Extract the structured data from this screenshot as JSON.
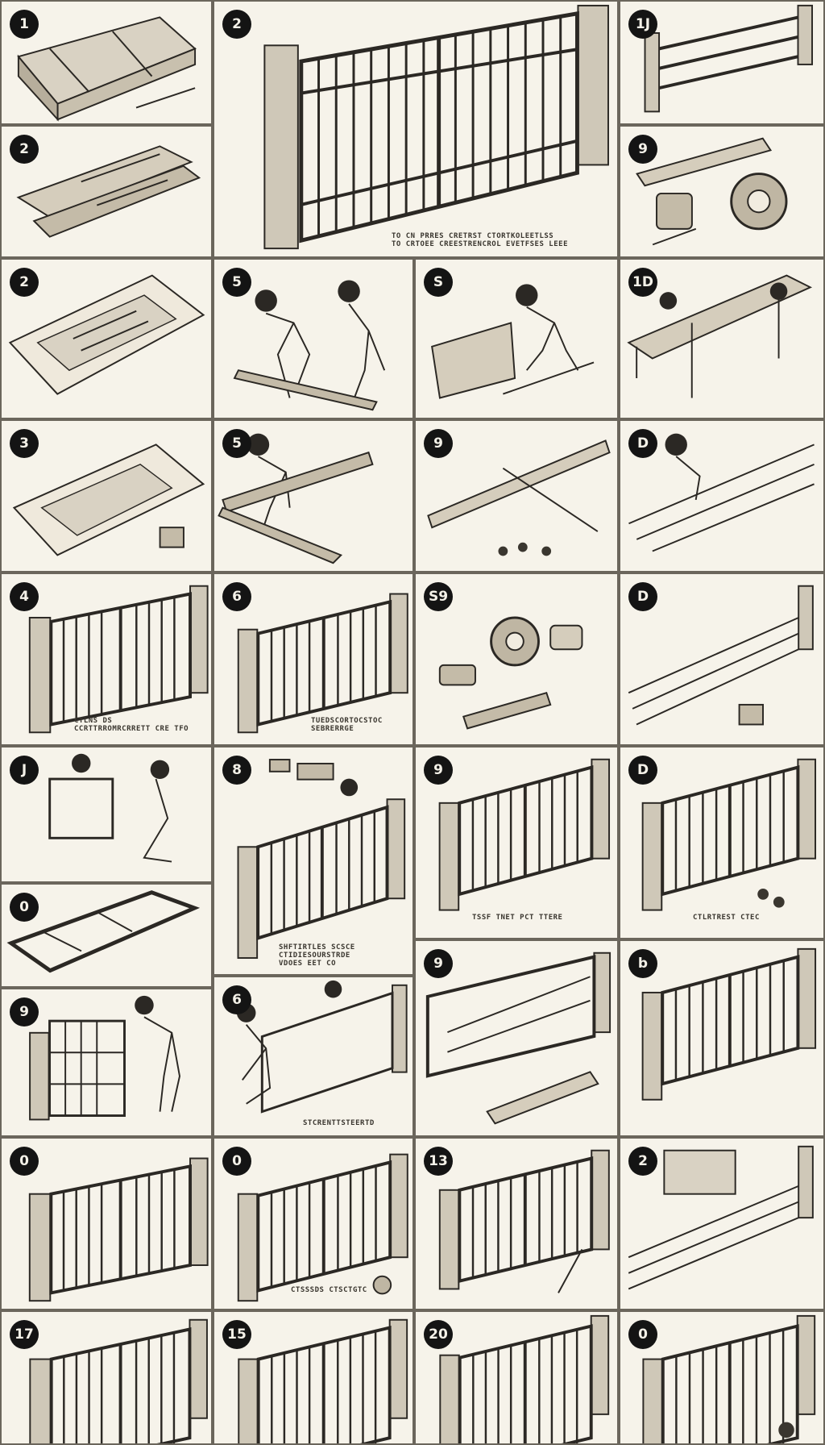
{
  "panels": [
    {
      "badge": "1",
      "caption": ""
    },
    {
      "badge": "2",
      "caption": "TO CN PRRES CRETRST CTORTKOLEETLSS\nTO CRTOEE CREESTRENCROL EVETFSES LEEE"
    },
    {
      "badge": "1J",
      "caption": ""
    },
    {
      "badge": "2",
      "caption": ""
    },
    {
      "badge": "9",
      "caption": ""
    },
    {
      "badge": "2",
      "caption": ""
    },
    {
      "badge": "5",
      "caption": ""
    },
    {
      "badge": "S",
      "caption": ""
    },
    {
      "badge": "1D",
      "caption": ""
    },
    {
      "badge": "3",
      "caption": ""
    },
    {
      "badge": "5",
      "caption": ""
    },
    {
      "badge": "9",
      "caption": ""
    },
    {
      "badge": "D",
      "caption": ""
    },
    {
      "badge": "4",
      "caption": "CTLNS DS\nCCRTTRROMRCRRETT CRE TFO"
    },
    {
      "badge": "6",
      "caption": "TUEDSCORTOCSTOC\nSEBRERRGE"
    },
    {
      "badge": "S9",
      "caption": ""
    },
    {
      "badge": "D",
      "caption": ""
    },
    {
      "badge": "J",
      "caption": ""
    },
    {
      "badge": "8",
      "caption": "SHFTIRTLES SCSCE\nCTIDIESOURSTRDE\nVDOES EET CO"
    },
    {
      "badge": "9",
      "caption": "TSSF TNET PCT TTERE"
    },
    {
      "badge": "D",
      "caption": "CTLRTREST CTEC"
    },
    {
      "badge": "0",
      "caption": ""
    },
    {
      "badge": "9",
      "caption": ""
    },
    {
      "badge": "6",
      "caption": "STCRENTTSTEERTD"
    },
    {
      "badge": "9",
      "caption": ""
    },
    {
      "badge": "b",
      "caption": ""
    },
    {
      "badge": "0",
      "caption": ""
    },
    {
      "badge": "0",
      "caption": "CTSSSDS CTSCTGTC"
    },
    {
      "badge": "13",
      "caption": ""
    },
    {
      "badge": "2",
      "caption": ""
    },
    {
      "badge": "17",
      "caption": ""
    },
    {
      "badge": "15",
      "caption": ""
    },
    {
      "badge": "20",
      "caption": ""
    },
    {
      "badge": "0",
      "caption": ""
    }
  ]
}
